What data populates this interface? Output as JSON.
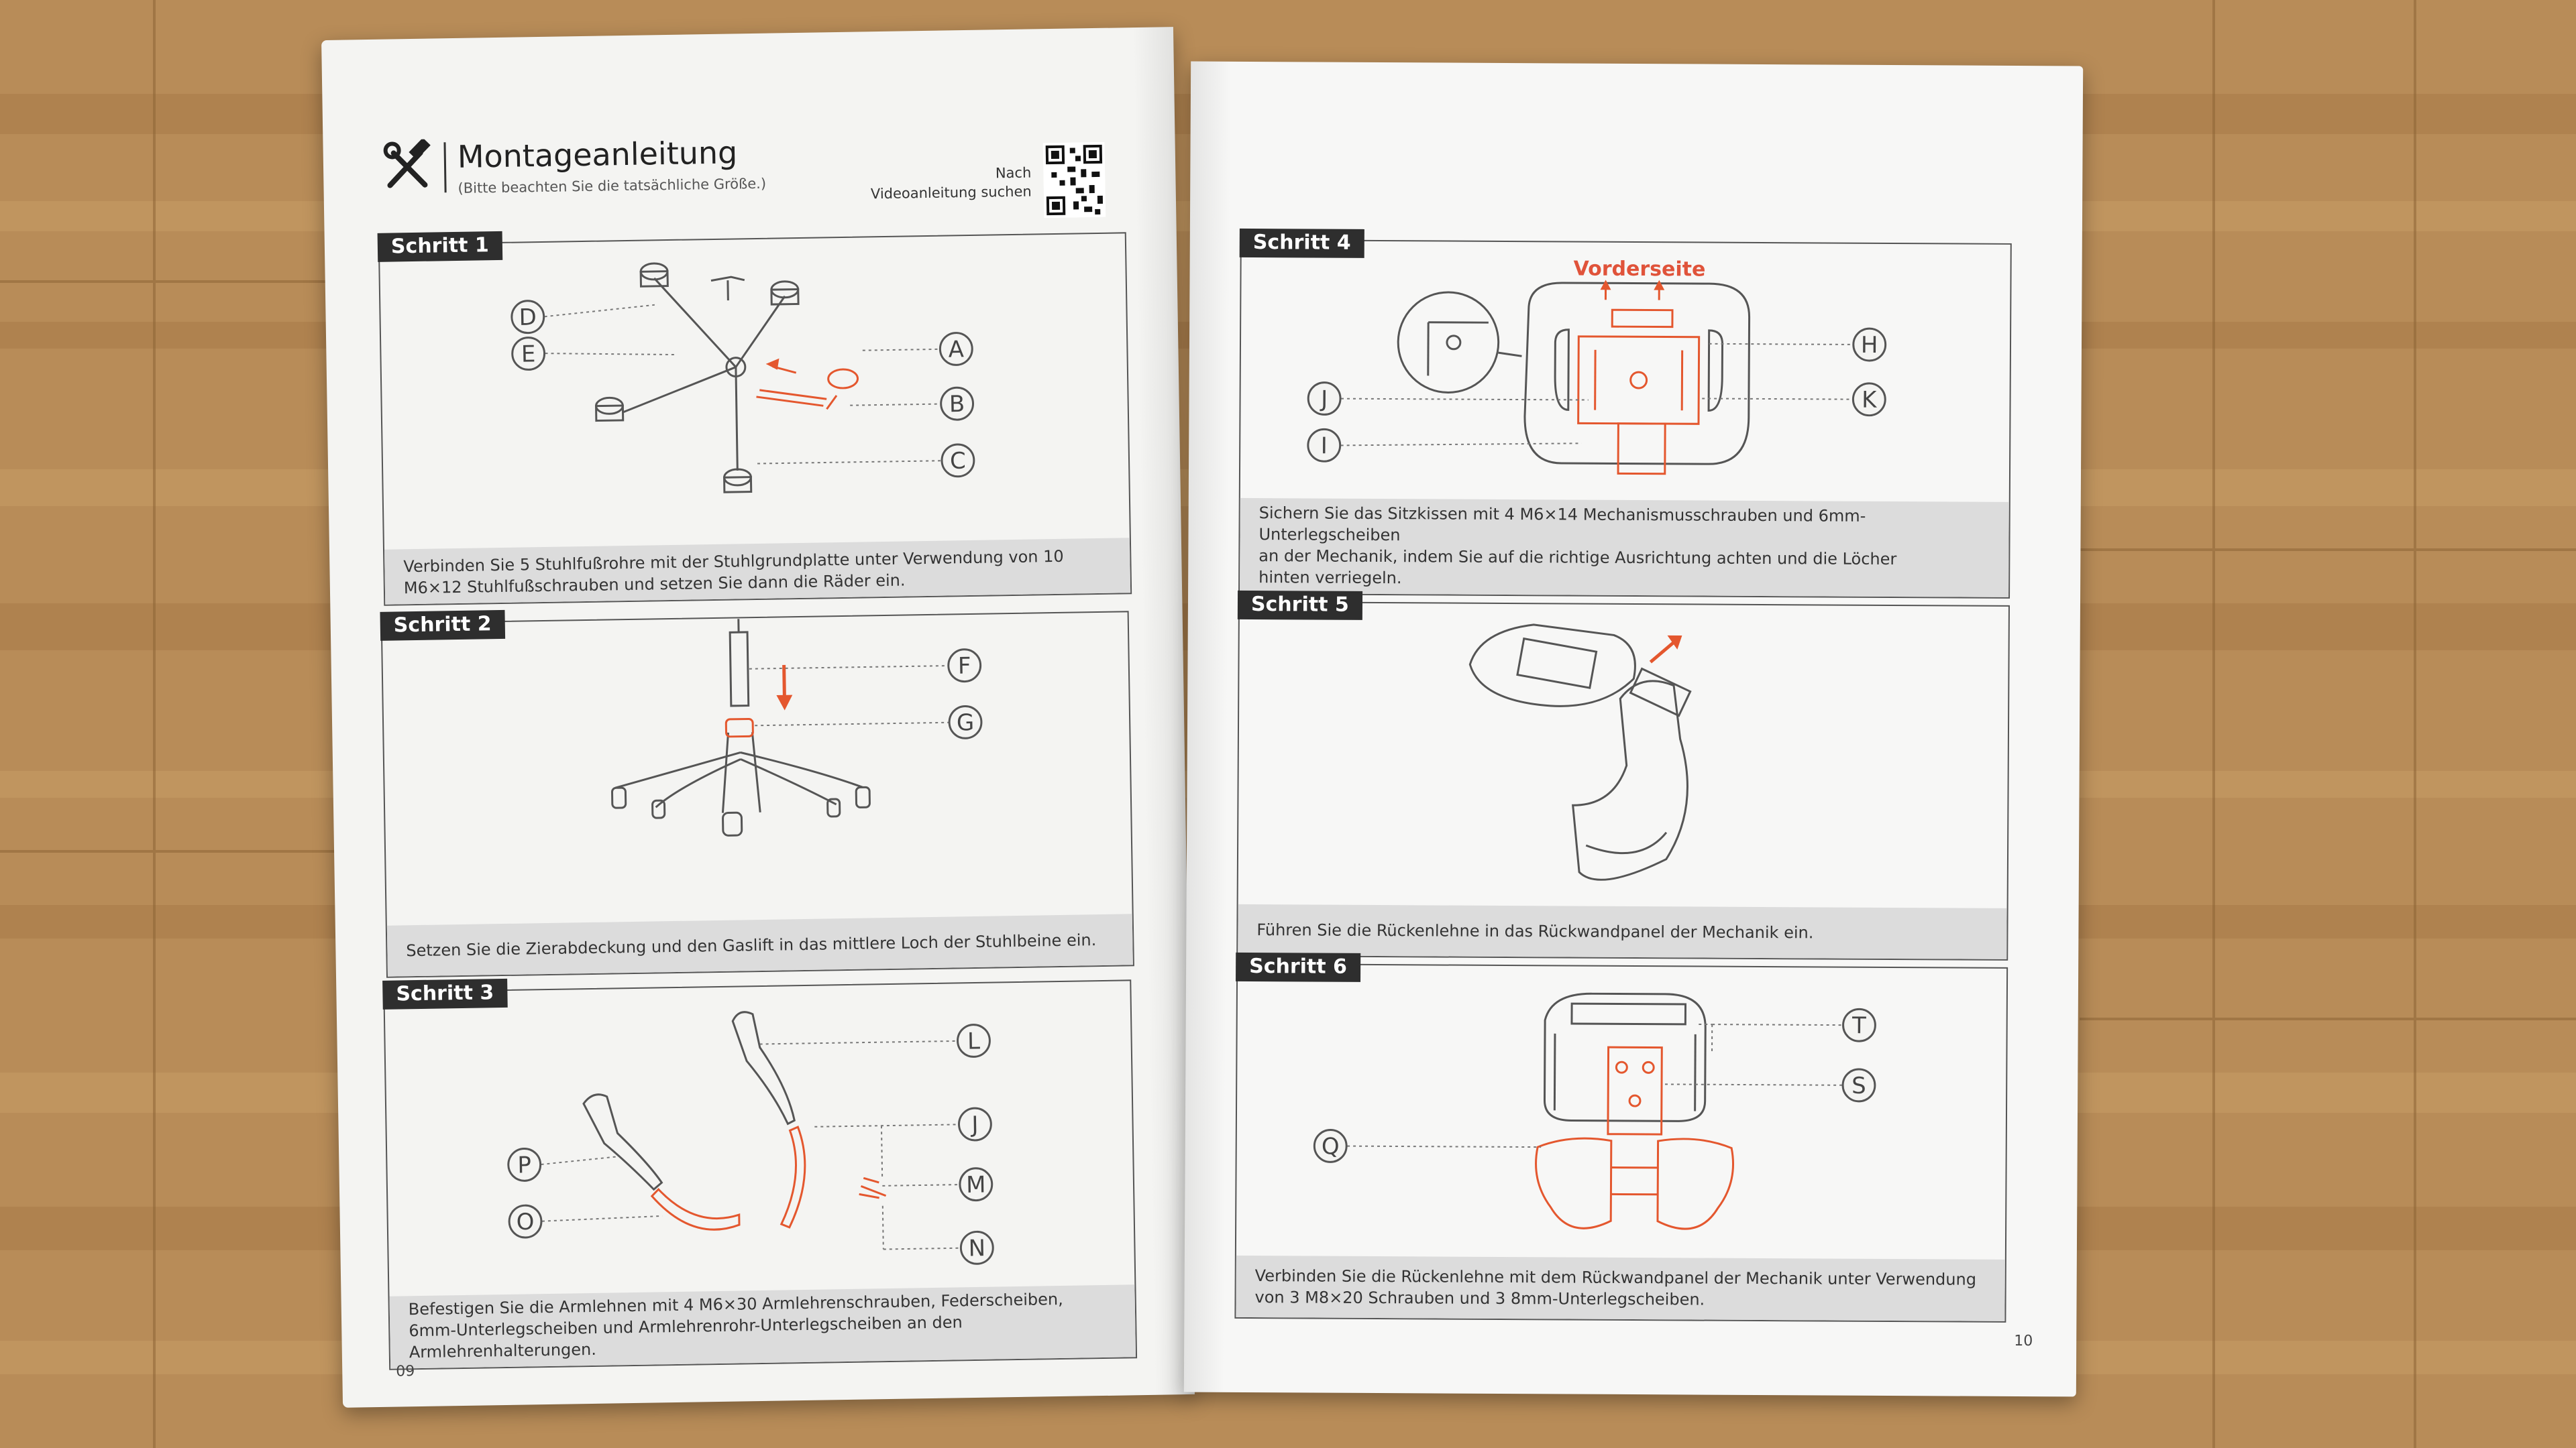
{
  "left_page": {
    "header": {
      "title": "Montageanleitung",
      "subtitle": "(Bitte beachten Sie die tatsächliche Größe.)",
      "qr_label_line1": "Nach",
      "qr_label_line2": "Videoanleitung suchen"
    },
    "steps": [
      {
        "label": "Schritt 1",
        "caption_line1": "Verbinden Sie 5 Stuhlfußrohre mit der Stuhlgrundplatte unter Verwendung von 10",
        "caption_line2": "M6×12 Stuhlfußschrauben und setzen Sie dann die Räder ein.",
        "callouts": [
          "D",
          "E",
          "A",
          "B",
          "C"
        ]
      },
      {
        "label": "Schritt 2",
        "caption_line1": "Setzen Sie die Zierabdeckung und den Gaslift in das mittlere Loch der Stuhlbeine ein.",
        "callouts": [
          "F",
          "G"
        ]
      },
      {
        "label": "Schritt 3",
        "caption_line1": "Befestigen Sie die Armlehnen mit 4 M6×30 Armlehrenschrauben, Federscheiben,",
        "caption_line2": "6mm-Unterlegscheiben und Armlehrenrohr-Unterlegscheiben an den",
        "caption_line3": "Armlehrenhalterungen.",
        "callouts": [
          "L",
          "J",
          "P",
          "M",
          "O",
          "N"
        ]
      }
    ],
    "page_number": "09"
  },
  "right_page": {
    "steps": [
      {
        "label": "Schritt 4",
        "annotation": "Vorderseite",
        "caption_line1": "Sichern Sie das Sitzkissen mit 4 M6×14 Mechanismusschrauben und 6mm-Unterlegscheiben",
        "caption_line2": "an der Mechanik, indem Sie auf die richtige Ausrichtung achten und die Löcher",
        "caption_line3": "hinten verriegeln.",
        "callouts": [
          "H",
          "J",
          "K",
          "I"
        ]
      },
      {
        "label": "Schritt 5",
        "caption_line1": "Führen Sie die Rückenlehne in das Rückwandpanel der Mechanik ein."
      },
      {
        "label": "Schritt 6",
        "caption_line1": "Verbinden Sie die Rückenlehne mit dem Rückwandpanel der Mechanik unter Verwendung",
        "caption_line2": "von 3 M8×20 Schrauben und 3 8mm-Unterlegscheiben.",
        "callouts": [
          "T",
          "S",
          "Q"
        ]
      }
    ],
    "page_number": "10"
  },
  "colors": {
    "accent": "#e4572e",
    "step_label_bg": "#2e2e2e",
    "caption_bg": "#dcdcdc",
    "paper": "#f4f4f2",
    "wood": "#b98e5b"
  },
  "icons": [
    "tools-icon",
    "qr-code-icon"
  ]
}
